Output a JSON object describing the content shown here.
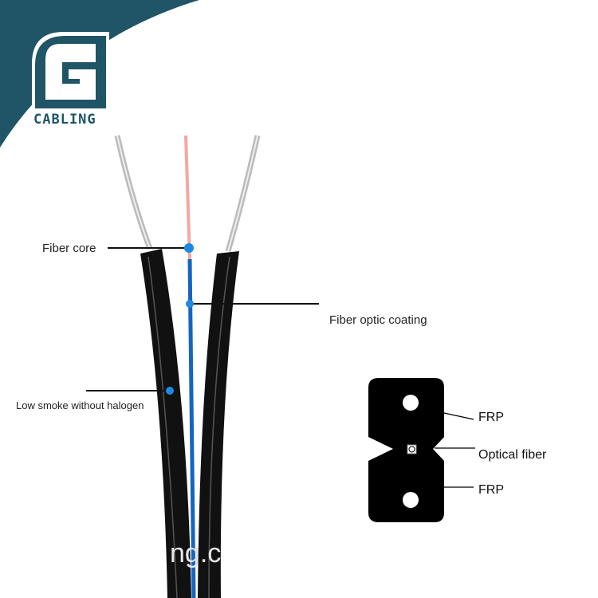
{
  "logo": {
    "text": "CABLING",
    "letter": "G",
    "color": "#1f5566"
  },
  "labels": {
    "fiber_core": "Fiber core",
    "fiber_optic_coating": "Fiber optic coating",
    "low_smoke": "Low smoke without halogen"
  },
  "cross_section": {
    "frp_top": "FRP",
    "optical_fiber": "Optical fiber",
    "frp_bottom": "FRP"
  },
  "watermark": "ng.c",
  "colors": {
    "pointer": "#1e88e5",
    "fiber_coating": "#1565c0",
    "fiber_core": "#f4a7a0",
    "jacket": "#111111"
  }
}
